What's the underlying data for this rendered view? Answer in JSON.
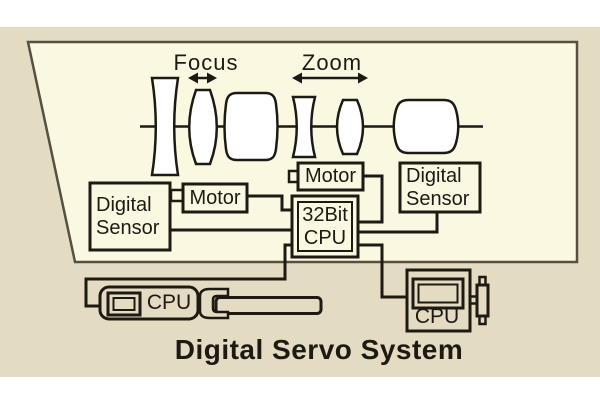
{
  "title": "Digital Servo System",
  "lens_labels": {
    "focus": "Focus",
    "zoom": "Zoom"
  },
  "components": {
    "left_sensor": {
      "line1": "Digital",
      "line2": "Sensor"
    },
    "left_motor": {
      "label": "Motor"
    },
    "center_motor": {
      "label": "Motor"
    },
    "right_sensor": {
      "line1": "Digital",
      "line2": "Sensor"
    },
    "main_cpu": {
      "line1": "32Bit",
      "line2": "CPU"
    },
    "demand_unit_cpu": {
      "label": "CPU"
    },
    "camera_cpu": {
      "label": "CPU"
    }
  },
  "colors": {
    "page_background": "#ffffff",
    "panel_beige": "#e3dcc3",
    "lens_area_cream": "#fbf8e2",
    "ink": "#1d1a13",
    "trapezoid_border": "#55503f",
    "lens_fill": "#ffffff"
  },
  "icons": {
    "lens_elements": [
      "biconcave-lens",
      "biconvex-lens",
      "barrel-lens",
      "biconcave-lens",
      "biconvex-lens",
      "barrel-lens"
    ],
    "arrows": [
      "focus-travel-arrow",
      "zoom-travel-arrow"
    ],
    "devices": [
      "zoom-demand-controller",
      "camera-body"
    ]
  }
}
